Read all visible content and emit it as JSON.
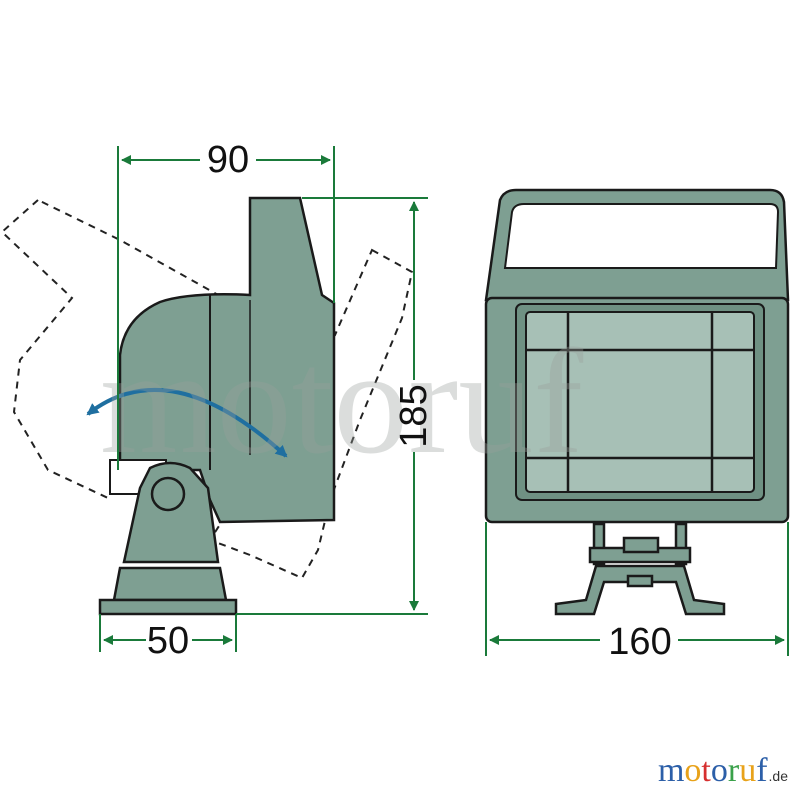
{
  "dimensions": {
    "side_width": "90",
    "base_width": "50",
    "height": "185",
    "front_width": "160"
  },
  "watermark": {
    "text": "motoruf"
  },
  "brand": {
    "letters": [
      "m",
      "o",
      "t",
      "o",
      "r",
      "u",
      "f"
    ],
    "letter_colors": [
      "#2c5fa8",
      "#e8a21a",
      "#d62f2f",
      "#2c5fa8",
      "#3aa14a",
      "#e8a21a",
      "#2c5fa8"
    ],
    "tld": ".de"
  },
  "colors": {
    "housing": "#7e9f92",
    "housing_dark": "#6f9183",
    "lens": "#a7c0b6",
    "outline": "#1a1a1a",
    "dimension": "#1a7a3a"
  }
}
